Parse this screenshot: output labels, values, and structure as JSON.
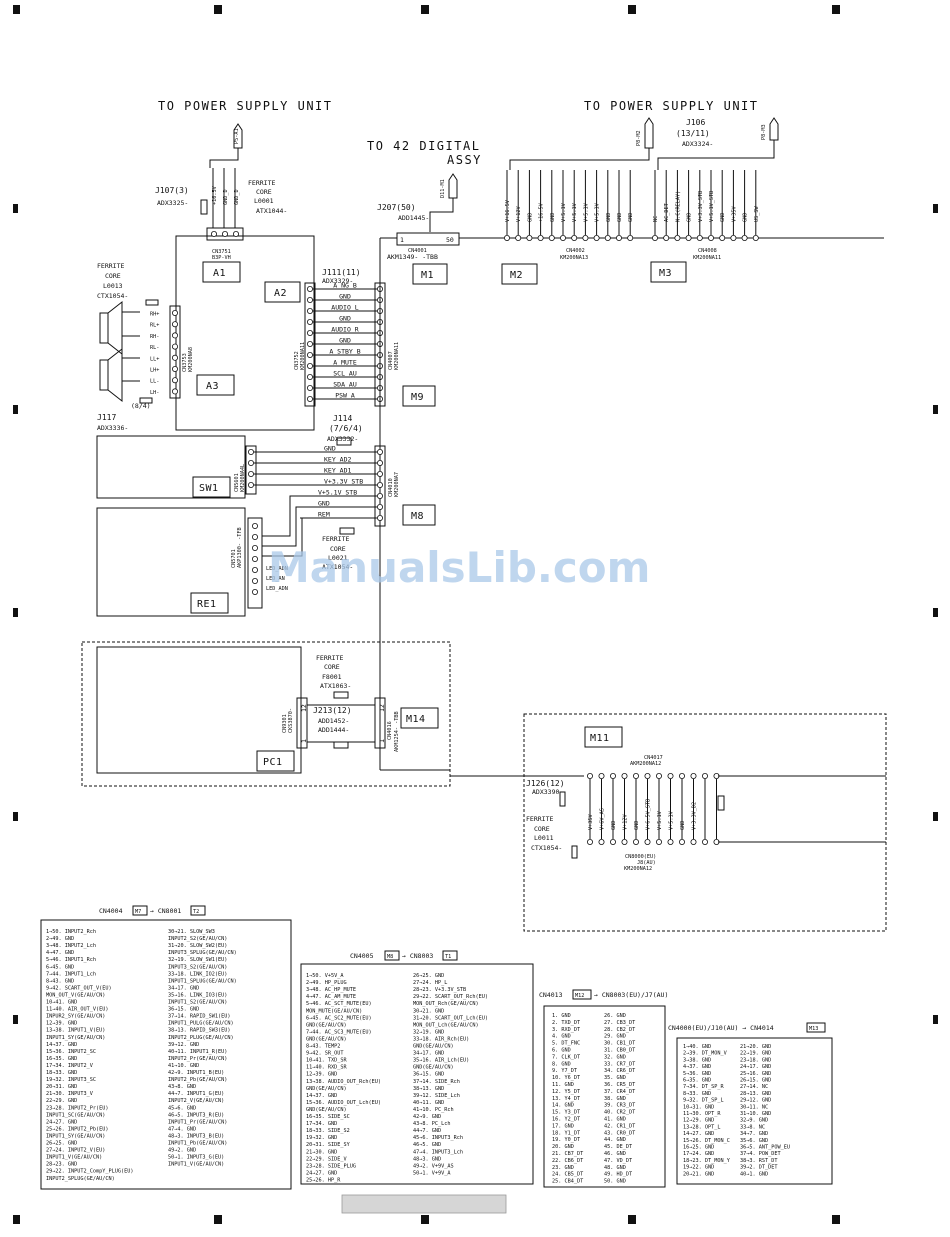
{
  "headings": {
    "power_left": "TO POWER SUPPLY UNIT",
    "power_right": "TO POWER SUPPLY UNIT",
    "digital_1": "TO 42 DIGITAL",
    "digital_2": "ASSY"
  },
  "plugs": {
    "p5": "P5-A1",
    "p8a": "P8-M2",
    "p8b": "P8-M3",
    "d11": "D11-M1"
  },
  "connectors": {
    "j107_1": "J107(3)",
    "j107_2": "ADX3325-",
    "j107_pins": [
      "+16.5V",
      "GND_D",
      "GND_D"
    ],
    "ferrite1": [
      "FERRITE",
      "CORE",
      "L0001",
      "ATX1044-"
    ],
    "cn3751": [
      "CN3751",
      "B3P-VH"
    ],
    "j207_1": "J207(50)",
    "j207_2": "ADD1445-",
    "j207_a": "1",
    "j207_b": "50",
    "cn4001": [
      "CN4001",
      "AKM1349- -TBB"
    ],
    "j106_1": "J106",
    "j106_2": "(13/11)",
    "j106_3": "ADX3324-",
    "cn4002_pins": [
      "V+16.5V",
      "V+12V",
      "GND",
      "+16.5V",
      "GND",
      "V+5.1V",
      "V+5.1V",
      "V+5.1V",
      "V+5.1V",
      "GND",
      "GND",
      "GND"
    ],
    "cn4002": [
      "CN4002",
      "KM200NA13"
    ],
    "cn4008_pins": [
      "NC",
      "AC_DET",
      "N.C(RELAY)",
      "GND",
      "V+3.3V_STB",
      "V+5.1V_STB",
      "GND",
      "V+35V",
      "GND",
      "US_SW"
    ],
    "cn4008": [
      "CN4008",
      "KM200NA11"
    ],
    "ferrite2": [
      "FERRITE",
      "CORE",
      "L0013",
      "CTX1054-"
    ],
    "spk_pins": [
      "RH+",
      "RL+",
      "RH-",
      "RL-",
      "LL+",
      "LH+",
      "LL-",
      "LH-"
    ],
    "cn3753": [
      "CN3753",
      "KM200NA8"
    ],
    "j117_1": "(8/4)",
    "j117_2": "J117",
    "j117_3": "ADX3336-",
    "j111_1": "J111(11)",
    "j111_2": "ADX3329-",
    "j111_pins": [
      "A_NG_B",
      "GND",
      "AUDIO_L",
      "GND",
      "AUDIO_R",
      "GND",
      "A_STBY_B",
      "A_MUTE",
      "SCL_AU",
      "SDA_AU",
      "PSW_A"
    ],
    "cn3752": [
      "CN3752",
      "KM200NA11"
    ],
    "cn4007": [
      "CN4007",
      "KM200NA11"
    ],
    "j114_1": "J114",
    "j114_2": "(7/6/4)",
    "j114_3": "ADX3332-",
    "sw_pins": [
      "GND",
      "KEY_AD2",
      "KEY_AD1",
      "V+3.3V_STB"
    ],
    "cn5601": [
      "CN5601",
      "KM200NA4L"
    ],
    "m8_pins": [
      "V+5.1V_STB",
      "GND",
      "REM"
    ],
    "cn4010": [
      "CN4010",
      "KM200NA7"
    ],
    "ferrite3": [
      "FERRITE",
      "CORE",
      "L0021",
      "ATX1054-"
    ],
    "re_pins": [
      "LED_ADN",
      "LED_AN",
      "LED_ADN"
    ],
    "cn5701": [
      "CN5701",
      "AKP1300- -TFB"
    ],
    "ferrite4": [
      "FERRITE",
      "CORE",
      "F8001",
      "ATX1063-"
    ],
    "j213_1": "J213(12)",
    "j213_2": "ADD1452-",
    "j213_3": "ADD1444-",
    "cn9301": [
      "CN9301",
      "CKS3870-"
    ],
    "cn4016": [
      "CN4016",
      "AKM1254- -TBB"
    ],
    "pin12": "12",
    "pin1": "1",
    "cn4017": [
      "CN4017",
      "AKM200NA12"
    ],
    "j126_1": "J126(12)",
    "j126_2": "ADX3390-",
    "m11_pins": [
      "V+35V",
      "V+6V_AS",
      "GND",
      "V+12V",
      "GND",
      "V+6.5V_STB",
      "V+5.1V",
      "V+5.1V",
      "GND",
      "V+3.3V_D2"
    ],
    "ferrite5": [
      "FERRITE",
      "CORE",
      "L0011",
      "CTX1054-"
    ],
    "cn8000": [
      "CN8000(EU)",
      "J8(AU)",
      "KM200NA12"
    ]
  },
  "modules": [
    "A1",
    "A2",
    "A3",
    "M1",
    "M2",
    "M3",
    "M9",
    "SW1",
    "M8",
    "RE1",
    "M14",
    "PC1",
    "M11"
  ],
  "watermark": "ManualsLib.com",
  "tables": {
    "t1": {
      "title_pre": "CN4004",
      "tag1": "M7",
      "title_mid": "→ CN8001",
      "tag2": "T2",
      "col1": [
        "1→50. INPUT2_Rch",
        "2→49. GND",
        "3→48. INPUT2_Lch",
        "4→47. GND",
        "5→46. INPUT1_Rch",
        "6→45. GND",
        "7→44. INPUT1_Lch",
        "8→43. GND",
        "9→42. SCART_OUT_V(EU)",
        "    MON_OUT_V(GE/AU/CN)",
        "10→41. GND",
        "11→40. AIR_OUT_V(EU)",
        "    INPUR2_SY(GE/AU/CN)",
        "12→39. GND",
        "13→38. INPUT1_V(EU)",
        "    INPUT1_SY(GE/AU/CN)",
        "14→37. GND",
        "15→36. INPUT2_SC",
        "16→35. GND",
        "17→34. INPUT2_V",
        "18→33. GND",
        "19→32. INPUT3_SC",
        "20→31. GND",
        "21→30. INPUT3_V",
        "22→29. GND",
        "23→28. INPUT2_Pr(EU)",
        "    INPUT1_SC(GE/AU/CN)",
        "24→27. GND",
        "25→26. INPUT2_Pb(EU)",
        "    INPUT1_SY(GE/AU/CN)",
        "26→25. GND",
        "27→24. INPUT2_V(EU)",
        "    INPUT1_V(GE/AU/CN)",
        "28→23. GND",
        "29→22. INPUT2_CompY_PLUG(EU)",
        "    INPUT2_SPLUG(GE/AU/CN)"
      ],
      "col2": [
        "30→21. SLOW_SW3",
        "    INPUT2_S2(GE/AU/CN)",
        "31→20. SLOW_SW2(EU)",
        "    INPUT3_SPLUG(GE/AU/CN)",
        "32→19. SLOW_SW1(EU)",
        "    INPUT3_S2(GE/AU/CN)",
        "33→18. LINK_IO2(EU)",
        "    INPUT1_SPLUG(GE/AU/CN)",
        "34→17. GND",
        "35→16. LINK_IO3(EU)",
        "    INPUT1_S2(GE/AU/CN)",
        "36→15. GND",
        "37→14. RAPID_SW1(EU)",
        "    INPUT1_PULG(GE/AU/CN)",
        "38→13. RAPID_SW3(EU)",
        "    INPUT2_PLUG(GE/AU/CN)",
        "39→12. GND",
        "40→11. INPUT1_R(EU)",
        "    INPUT2_Pr(GE/AU/CN)",
        "41→10. GND",
        "42→9. INPUT1_B(EU)",
        "    INPUT2_Pb(GE/AU/CN)",
        "43→8. GND",
        "44→7. INPUT1_G(EU)",
        "    INPUT2_V(GE/AU/CN)",
        "45→6. GND",
        "46→5. INPUT3_R(EU)",
        "    INPUT1_Pr(GE/AU/CN)",
        "47→4. GND",
        "48→3. INPUT3_B(EU)",
        "    INPUT1_Pb(GE/AU/CN)",
        "49→2. GND",
        "50→1. INPUT3_G(EU)",
        "    INPUT1_V(GE/AU/CN)"
      ]
    },
    "t2": {
      "title_pre": "CN4005",
      "tag1": "M8",
      "title_mid": "→ CN8003",
      "tag2": "T1",
      "col1": [
        "1→50. V+5V_A",
        "2→49. HP_PLUG",
        "3→48. AC_HP_MUTE",
        "4→47. AC_AM_MUTE",
        "5→46. AC_SCT_MUTE(EU)",
        "    MON_MUTE(GE/AU/CN)",
        "6→45. AC_SC2_MUTE(EU)",
        "    GND(GE/AU/CN)",
        "7→44. AC_SC3_MUTE(EU)",
        "    GND(GE/AU/CN)",
        "8→43. TEMP2",
        "9→42. SR_OUT",
        "10→41. TXD_SR",
        "11→40. RXD_SR",
        "12→39. GND",
        "13→38. AUDIO_OUT_Rch(EU)",
        "    GND(GE/AU/CN)",
        "14→37. GND",
        "15→36. AUDIO_OUT_Lch(EU)",
        "    GND(GE/AU/CN)",
        "16→35. SIDE_SC",
        "17→34. GND",
        "18→33. SIDE_S2",
        "19→32. GND",
        "20→31. SIDE_SY",
        "21→30. GND",
        "22→29. SIDE_V",
        "23→28. SIDE_PLUG",
        "24→27. GND",
        "25→26. HP_R"
      ],
      "col2": [
        "26→25. GND",
        "27→24. HP_L",
        "28→23. V+3.3V_STB",
        "29→22. SCART_OUT_Rch(EU)",
        "    MON_OUT_Rch(GE/AU/CN)",
        "30→21. GND",
        "31→20. SCART_OUT_Lch(EU)",
        "    MON_OUT_Lch(GE/AU/CN)",
        "32→19. GND",
        "33→18. AIR_Rch(EU)",
        "    GND(GE/AU/CN)",
        "34→17. GND",
        "35→16. AIR_Lch(EU)",
        "    GND(GE/AU/CN)",
        "36→15. GND",
        "37→14. SIDE_Rch",
        "38→13. GND",
        "39→12. SIDE_Lch",
        "40→11. GND",
        "41→10. PC_Rch",
        "42→9. GND",
        "43→8. PC_Lch",
        "44→7. GND",
        "45→6. INPUT3_Rch",
        "46→5. GND",
        "47→4. INPUT3_Lch",
        "48→3. GND",
        "49→2. V+9V_AS",
        "50→1. V+9V_A"
      ]
    },
    "t3": {
      "title_pre": "CN4013",
      "tag1": "M12",
      "title_mid": "→ CN8003(EU)/J7(AU)",
      "col1": [
        "1. GND",
        "2. TXD_DT",
        "3. RXD_DT",
        "4. GND",
        "5. DT_FNC",
        "6. GND",
        "7. CLK_DT",
        "8. GND",
        "9. Y7_DT",
        "10. Y6_DT",
        "11. GND",
        "12. Y5_DT",
        "13. Y4_DT",
        "14. GND",
        "15. Y3_DT",
        "16. Y2_DT",
        "17. GND",
        "18. Y1_DT",
        "19. Y0_DT",
        "20. GND",
        "21. CB7_DT",
        "22. CB6_DT",
        "23. GND",
        "24. CB5_DT",
        "25. CB4_DT"
      ],
      "col2": [
        "26. GND",
        "27. CB3_DT",
        "28. CB2_DT",
        "29. GND",
        "30. CB1_DT",
        "31. CB0_DT",
        "32. GND",
        "33. CR7_DT",
        "34. CR6_DT",
        "35. GND",
        "36. CR5_DT",
        "37. CR4_DT",
        "38. GND",
        "39. CR3_DT",
        "40. CR2_DT",
        "41. GND",
        "42. CR1_DT",
        "43. CR0_DT",
        "44. GND",
        "45. DE_DT",
        "46. GND",
        "47. VD_DT",
        "48. GND",
        "49. HD_DT",
        "50. GND"
      ]
    },
    "t4": {
      "title_pre": "CN4000(EU)/J10(AU) → CN4014",
      "tag1": "M13",
      "col1": [
        "1→40. GND",
        "2→39. DT_MON_V",
        "3→38. GND",
        "4→37. GND",
        "5→36. GND",
        "6→35. GND",
        "7→34. DT_SP_R",
        "8→33. GND",
        "9→32. DT_SP_L",
        "10→31. GND",
        "11→30. OPT_R",
        "12→29. GND",
        "13→28. OPT_L",
        "14→27. GND",
        "15→26. DT_MON_C",
        "16→25. GND",
        "17→24. GND",
        "18→23. DT_MON_Y",
        "19→22. GND",
        "20→21. GND"
      ],
      "col2": [
        "21→20. GND",
        "22→19. GND",
        "23→18. GND",
        "24→17. GND",
        "25→16. GND",
        "26→15. GND",
        "27→14. NC",
        "28→13. GND",
        "29→12. GND",
        "30→11. NC",
        "31→10. GND",
        "32→9. GND",
        "33→8. NC",
        "34→7. GND",
        "35→6. GND",
        "36→5. ANT_POW_EU",
        "37→4. POW_DET",
        "38→3. RST_DT",
        "39→2. DT_DET",
        "40→1. GND"
      ]
    }
  }
}
